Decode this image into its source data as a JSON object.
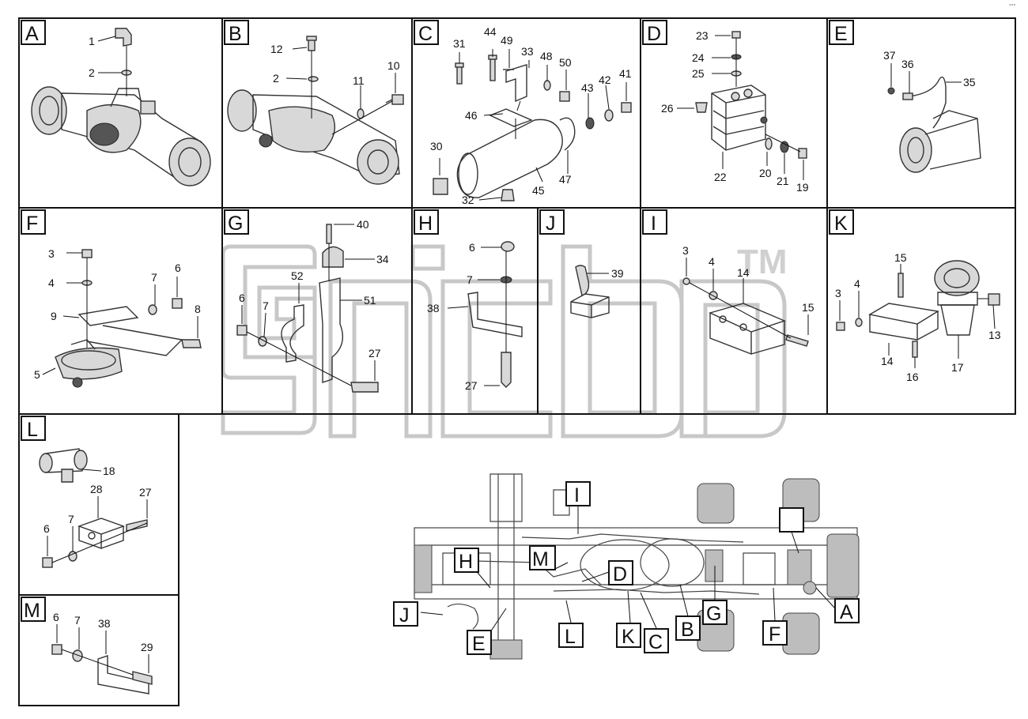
{
  "panels": [
    {
      "id": "A",
      "labels": [
        "1",
        "2"
      ]
    },
    {
      "id": "B",
      "labels": [
        "12",
        "2",
        "11",
        "10"
      ]
    },
    {
      "id": "C",
      "labels": [
        "44",
        "49",
        "31",
        "33",
        "48",
        "50",
        "43",
        "42",
        "41",
        "46",
        "30",
        "45",
        "47",
        "32"
      ]
    },
    {
      "id": "D",
      "labels": [
        "23",
        "24",
        "25",
        "26",
        "22",
        "20",
        "21",
        "19"
      ]
    },
    {
      "id": "E",
      "labels": [
        "37",
        "36",
        "35"
      ]
    },
    {
      "id": "F",
      "labels": [
        "3",
        "4",
        "7",
        "6",
        "9",
        "8",
        "5"
      ]
    },
    {
      "id": "G",
      "labels": [
        "40",
        "34",
        "52",
        "51",
        "6",
        "7",
        "27"
      ]
    },
    {
      "id": "H",
      "labels": [
        "6",
        "7",
        "38",
        "27"
      ]
    },
    {
      "id": "J",
      "labels": [
        "39"
      ]
    },
    {
      "id": "I",
      "labels": [
        "3",
        "4",
        "14",
        "15"
      ]
    },
    {
      "id": "K",
      "labels": [
        "15",
        "4",
        "3",
        "14",
        "16",
        "17",
        "13"
      ]
    },
    {
      "id": "L",
      "labels": [
        "18",
        "28",
        "27",
        "6",
        "7"
      ]
    },
    {
      "id": "M",
      "labels": [
        "6",
        "7",
        "38",
        "29"
      ]
    }
  ],
  "overview_tags": [
    "I",
    "H",
    "M",
    "D",
    "J",
    "E",
    "L",
    "K",
    "C",
    "B",
    "G",
    "F",
    "A"
  ],
  "watermark": {
    "tm": "TM"
  },
  "corner_mark": "°°°"
}
